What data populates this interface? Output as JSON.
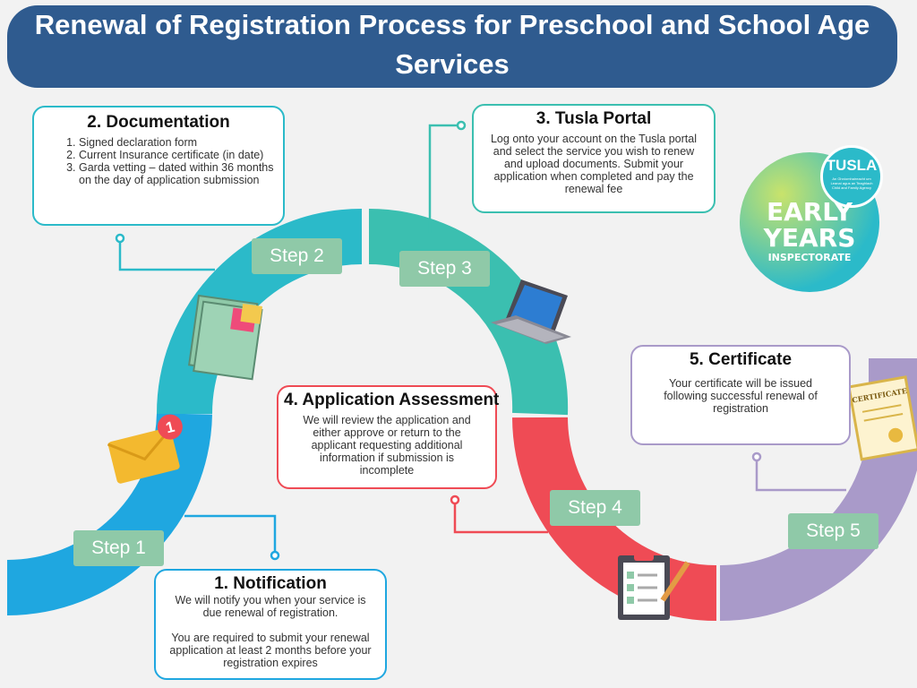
{
  "title": {
    "line1": "Renewal of Registration Process for Preschool and School Age",
    "line2": "Services"
  },
  "colors": {
    "title_bg": "#2f5b8f",
    "step1": "#1fa7e0",
    "step2": "#2bbac9",
    "step3": "#3bbfb0",
    "step4": "#ef4b55",
    "step5": "#a99ac9",
    "step_label": "#8fc9a8"
  },
  "steps": [
    {
      "label": "Step 1"
    },
    {
      "label": "Step 2"
    },
    {
      "label": "Step 3"
    },
    {
      "label": "Step 4"
    },
    {
      "label": "Step 5"
    }
  ],
  "notification": {
    "heading": "1. Notification",
    "line1": "We will notify you when your service is due renewal of registration.",
    "line2": "You are required to submit your renewal application at least 2 months before your registration expires"
  },
  "documentation": {
    "heading": "2. Documentation",
    "items": [
      "Signed declaration form",
      "Current Insurance certificate (in date)",
      "Garda vetting – dated within 36 months on the day of application submission"
    ]
  },
  "portal": {
    "heading": "3. Tusla Portal",
    "text": "Log onto your account on the Tusla portal and select the service you wish to renew and upload documents. Submit your application when completed and pay the renewal fee"
  },
  "assessment": {
    "heading": "4. Application Assessment",
    "text": "We will review the application and either approve or return to the applicant requesting additional information if submission is incomplete"
  },
  "certificate": {
    "heading": "5. Certificate",
    "text": "Your certificate will be issued following successful renewal of registration"
  },
  "logo": {
    "brand": "TUSLA",
    "tagline": "An Ghníomhaireacht um Leanaí agus an Teaghlach Child and Family Agency",
    "line1": "EARLY",
    "line2": "YEARS",
    "line3": "INSPECTORATE"
  },
  "icons": {
    "envelope": "envelope-icon",
    "notebook": "notebook-icon",
    "laptop": "laptop-icon",
    "clipboard": "clipboard-icon",
    "certificate": "certificate-icon",
    "notification_count": "1",
    "certificate_word": "CERTIFICATE"
  }
}
